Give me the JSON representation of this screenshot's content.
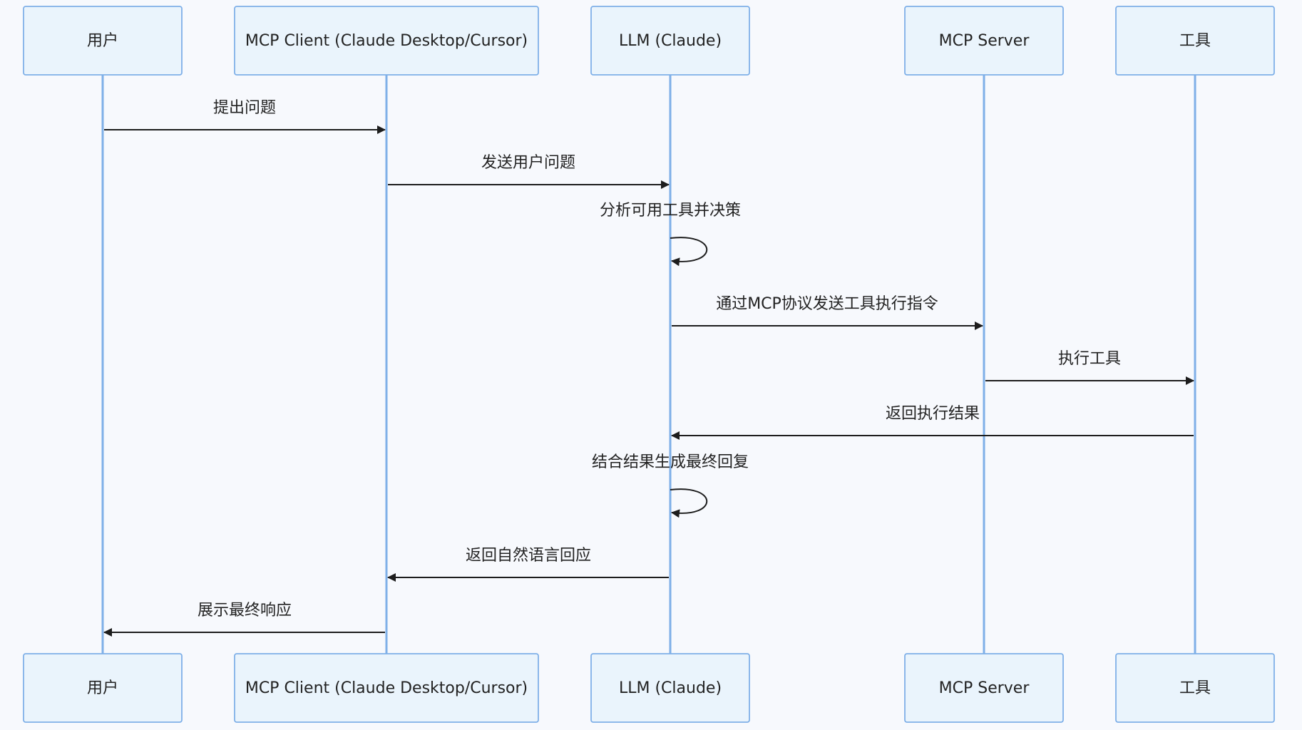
{
  "diagram": {
    "type": "sequence",
    "participants": [
      {
        "id": "user",
        "label": "用户"
      },
      {
        "id": "client",
        "label": "MCP Client (Claude Desktop/Cursor)"
      },
      {
        "id": "llm",
        "label": "LLM (Claude)"
      },
      {
        "id": "server",
        "label": "MCP Server"
      },
      {
        "id": "tool",
        "label": "工具"
      }
    ],
    "messages": [
      {
        "from": "user",
        "to": "client",
        "label": "提出问题"
      },
      {
        "from": "client",
        "to": "llm",
        "label": "发送用户问题"
      },
      {
        "from": "llm",
        "to": "llm",
        "label": "分析可用工具并决策"
      },
      {
        "from": "llm",
        "to": "server",
        "label": "通过MCP协议发送工具执行指令"
      },
      {
        "from": "server",
        "to": "tool",
        "label": "执行工具"
      },
      {
        "from": "tool",
        "to": "llm",
        "label": "返回执行结果"
      },
      {
        "from": "llm",
        "to": "llm",
        "label": "结合结果生成最终回复"
      },
      {
        "from": "llm",
        "to": "client",
        "label": "返回自然语言回应"
      },
      {
        "from": "client",
        "to": "user",
        "label": "展示最终响应"
      }
    ]
  }
}
